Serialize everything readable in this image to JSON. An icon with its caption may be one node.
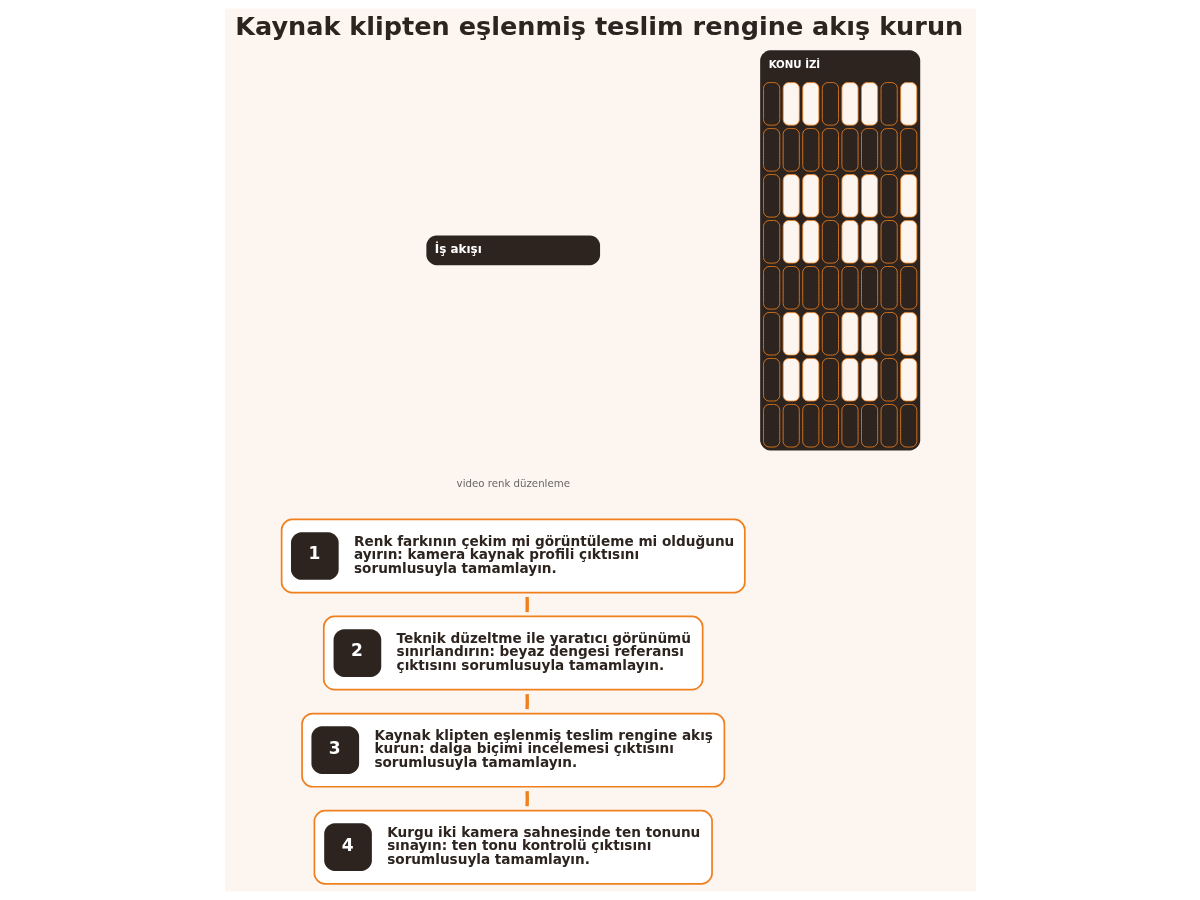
{
  "diagram": {
    "title": "Kaynak klipten eşlenmiş teslim rengine akış kurun",
    "nodes": [
      {
        "text": [
          "1",
          "Renk farkının çekim mi görüntüleme mi olduğunu ayırın: kamera kaynak profili çıktısını sorumlusuyla tamamlayın."
        ]
      },
      {
        "text": [
          "2",
          "Teknik düzeltme ile yaratıcı görünümü sınırlandırın: beyaz dengesi referansı çıktısını sorumlusuyla tamamlayın."
        ]
      },
      {
        "text": [
          "3",
          "Kaynak klipten eşlenmiş teslim rengine akış kurun: dalga biçimi incelemesi çıktısını sorumlusuyla tamamlayın."
        ]
      },
      {
        "text": [
          "4",
          "Kurgu iki kamera sahnesinde ten tonunu sınayın: ten tonu kontrolü çıktısını sorumlusuyla tamamlayın."
        ]
      }
    ],
    "edges": [
      {
        "from": 0,
        "to": 1,
        "arrow": "none"
      },
      {
        "from": 1,
        "to": 2,
        "arrow": "none"
      },
      {
        "from": 2,
        "to": 3,
        "arrow": "none"
      }
    ],
    "labels": [
      "İş akışı",
      "video renk düzenleme",
      "KONU İZİ"
    ]
  }
}
